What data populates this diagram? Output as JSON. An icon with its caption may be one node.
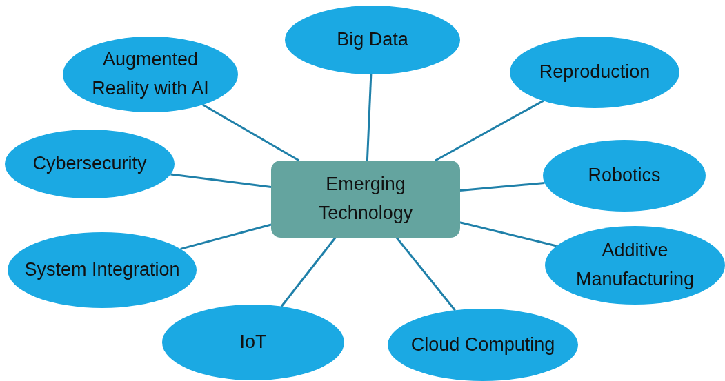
{
  "diagram": {
    "nodes": [
      {
        "text": [
          "Augmented Reality with AI"
        ]
      },
      {
        "text": [
          "Big Data"
        ]
      },
      {
        "text": [
          "Reproduction"
        ]
      },
      {
        "text": [
          "Cybersecurity"
        ]
      },
      {
        "text": [
          "Emerging Technology"
        ]
      },
      {
        "text": [
          "Robotics"
        ]
      },
      {
        "text": [
          "System Integration"
        ]
      },
      {
        "text": [
          "Additive Manufacturing"
        ]
      },
      {
        "text": [
          "IoT"
        ]
      },
      {
        "text": [
          "Cloud Computing"
        ]
      }
    ],
    "edges": [
      {
        "from": 4,
        "to": 0,
        "arrow": "none"
      },
      {
        "from": 4,
        "to": 1,
        "arrow": "none"
      },
      {
        "from": 4,
        "to": 2,
        "arrow": "none"
      },
      {
        "from": 4,
        "to": 3,
        "arrow": "none"
      },
      {
        "from": 4,
        "to": 5,
        "arrow": "none"
      },
      {
        "from": 4,
        "to": 6,
        "arrow": "none"
      },
      {
        "from": 4,
        "to": 7,
        "arrow": "none"
      },
      {
        "from": 4,
        "to": 8,
        "arrow": "none"
      },
      {
        "from": 4,
        "to": 9,
        "arrow": "none"
      }
    ]
  }
}
